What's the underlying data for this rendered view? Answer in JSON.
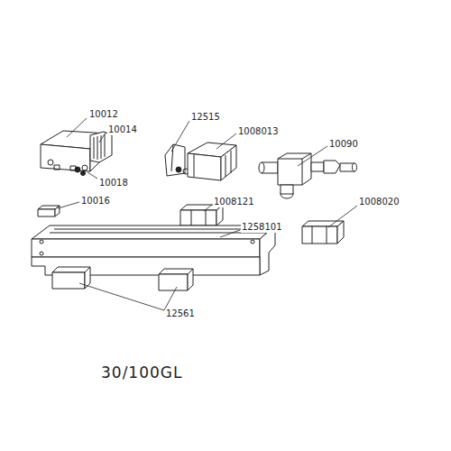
{
  "diagram": {
    "caption": "30/100GL",
    "labels": [
      "10012",
      "10014",
      "12515",
      "1008013",
      "10090",
      "10018",
      "10016",
      "1008121",
      "1008020",
      "1258101",
      "12561"
    ]
  }
}
